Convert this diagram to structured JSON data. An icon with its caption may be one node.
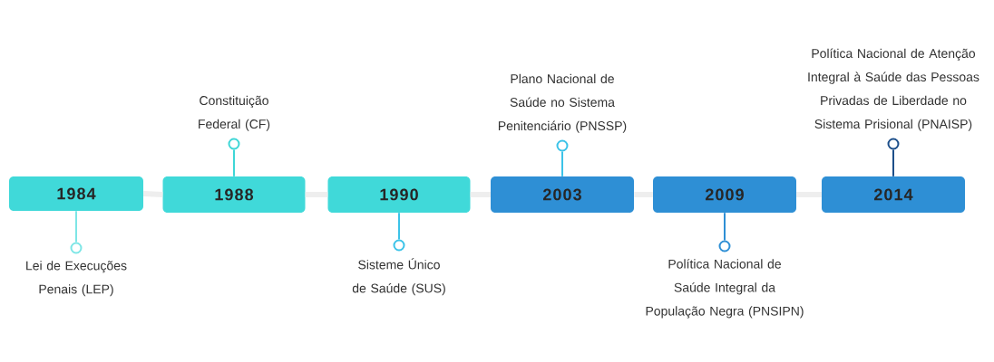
{
  "diagram": {
    "nodes": [
      {
        "text": [
          "1984"
        ]
      },
      {
        "text": [
          "1988"
        ]
      },
      {
        "text": [
          "1990"
        ]
      },
      {
        "text": [
          "2003"
        ]
      },
      {
        "text": [
          "2009"
        ]
      },
      {
        "text": [
          "2014"
        ]
      },
      {
        "text": [],
        "shape": "circle",
        "beside": [
          "Lei de Execuções Penais (LEP)"
        ]
      },
      {
        "text": [],
        "shape": "circle",
        "beside": [
          "Constituição Federal (CF)"
        ]
      },
      {
        "text": [],
        "shape": "circle",
        "beside": [
          "Sisteme Único de Saúde (SUS)"
        ]
      },
      {
        "text": [],
        "shape": "circle",
        "beside": [
          "Plano Nacional de Saúde no Sistema Penitenciário (PNSSP)"
        ]
      },
      {
        "text": [],
        "shape": "circle",
        "beside": [
          "Política Nacional de Saúde Integral da População Negra (PNSIPN)"
        ]
      },
      {
        "text": [],
        "shape": "circle",
        "beside": [
          "Política Nacional de Atenção Integral à Saúde das Pessoas Privadas de Liberdade no Sistema Prisional (PNAISP)"
        ]
      }
    ],
    "edges": [
      {
        "from": 0,
        "to": 1,
        "arrow": "none",
        "style": "thick",
        "color": "#eeeeee"
      },
      {
        "from": 1,
        "to": 2,
        "arrow": "none",
        "style": "thick",
        "color": "#eeeeee"
      },
      {
        "from": 2,
        "to": 3,
        "arrow": "none",
        "style": "thick",
        "color": "#eeeeee"
      },
      {
        "from": 3,
        "to": 4,
        "arrow": "none",
        "style": "thick",
        "color": "#eeeeee"
      },
      {
        "from": 4,
        "to": 5,
        "arrow": "none",
        "style": "thick",
        "color": "#eeeeee"
      },
      {
        "from": 0,
        "to": 6,
        "arrow": "none",
        "color": "#7de6e6"
      },
      {
        "from": 1,
        "to": 7,
        "arrow": "none",
        "color": "#3fd6d6"
      },
      {
        "from": 2,
        "to": 8,
        "arrow": "none",
        "color": "#3cc3e8"
      },
      {
        "from": 3,
        "to": 9,
        "arrow": "none",
        "color": "#3cc3e8"
      },
      {
        "from": 4,
        "to": 10,
        "arrow": "none",
        "color": "#2e8fd5"
      },
      {
        "from": 5,
        "to": 11,
        "arrow": "none",
        "color": "#1d4f8a"
      }
    ]
  }
}
